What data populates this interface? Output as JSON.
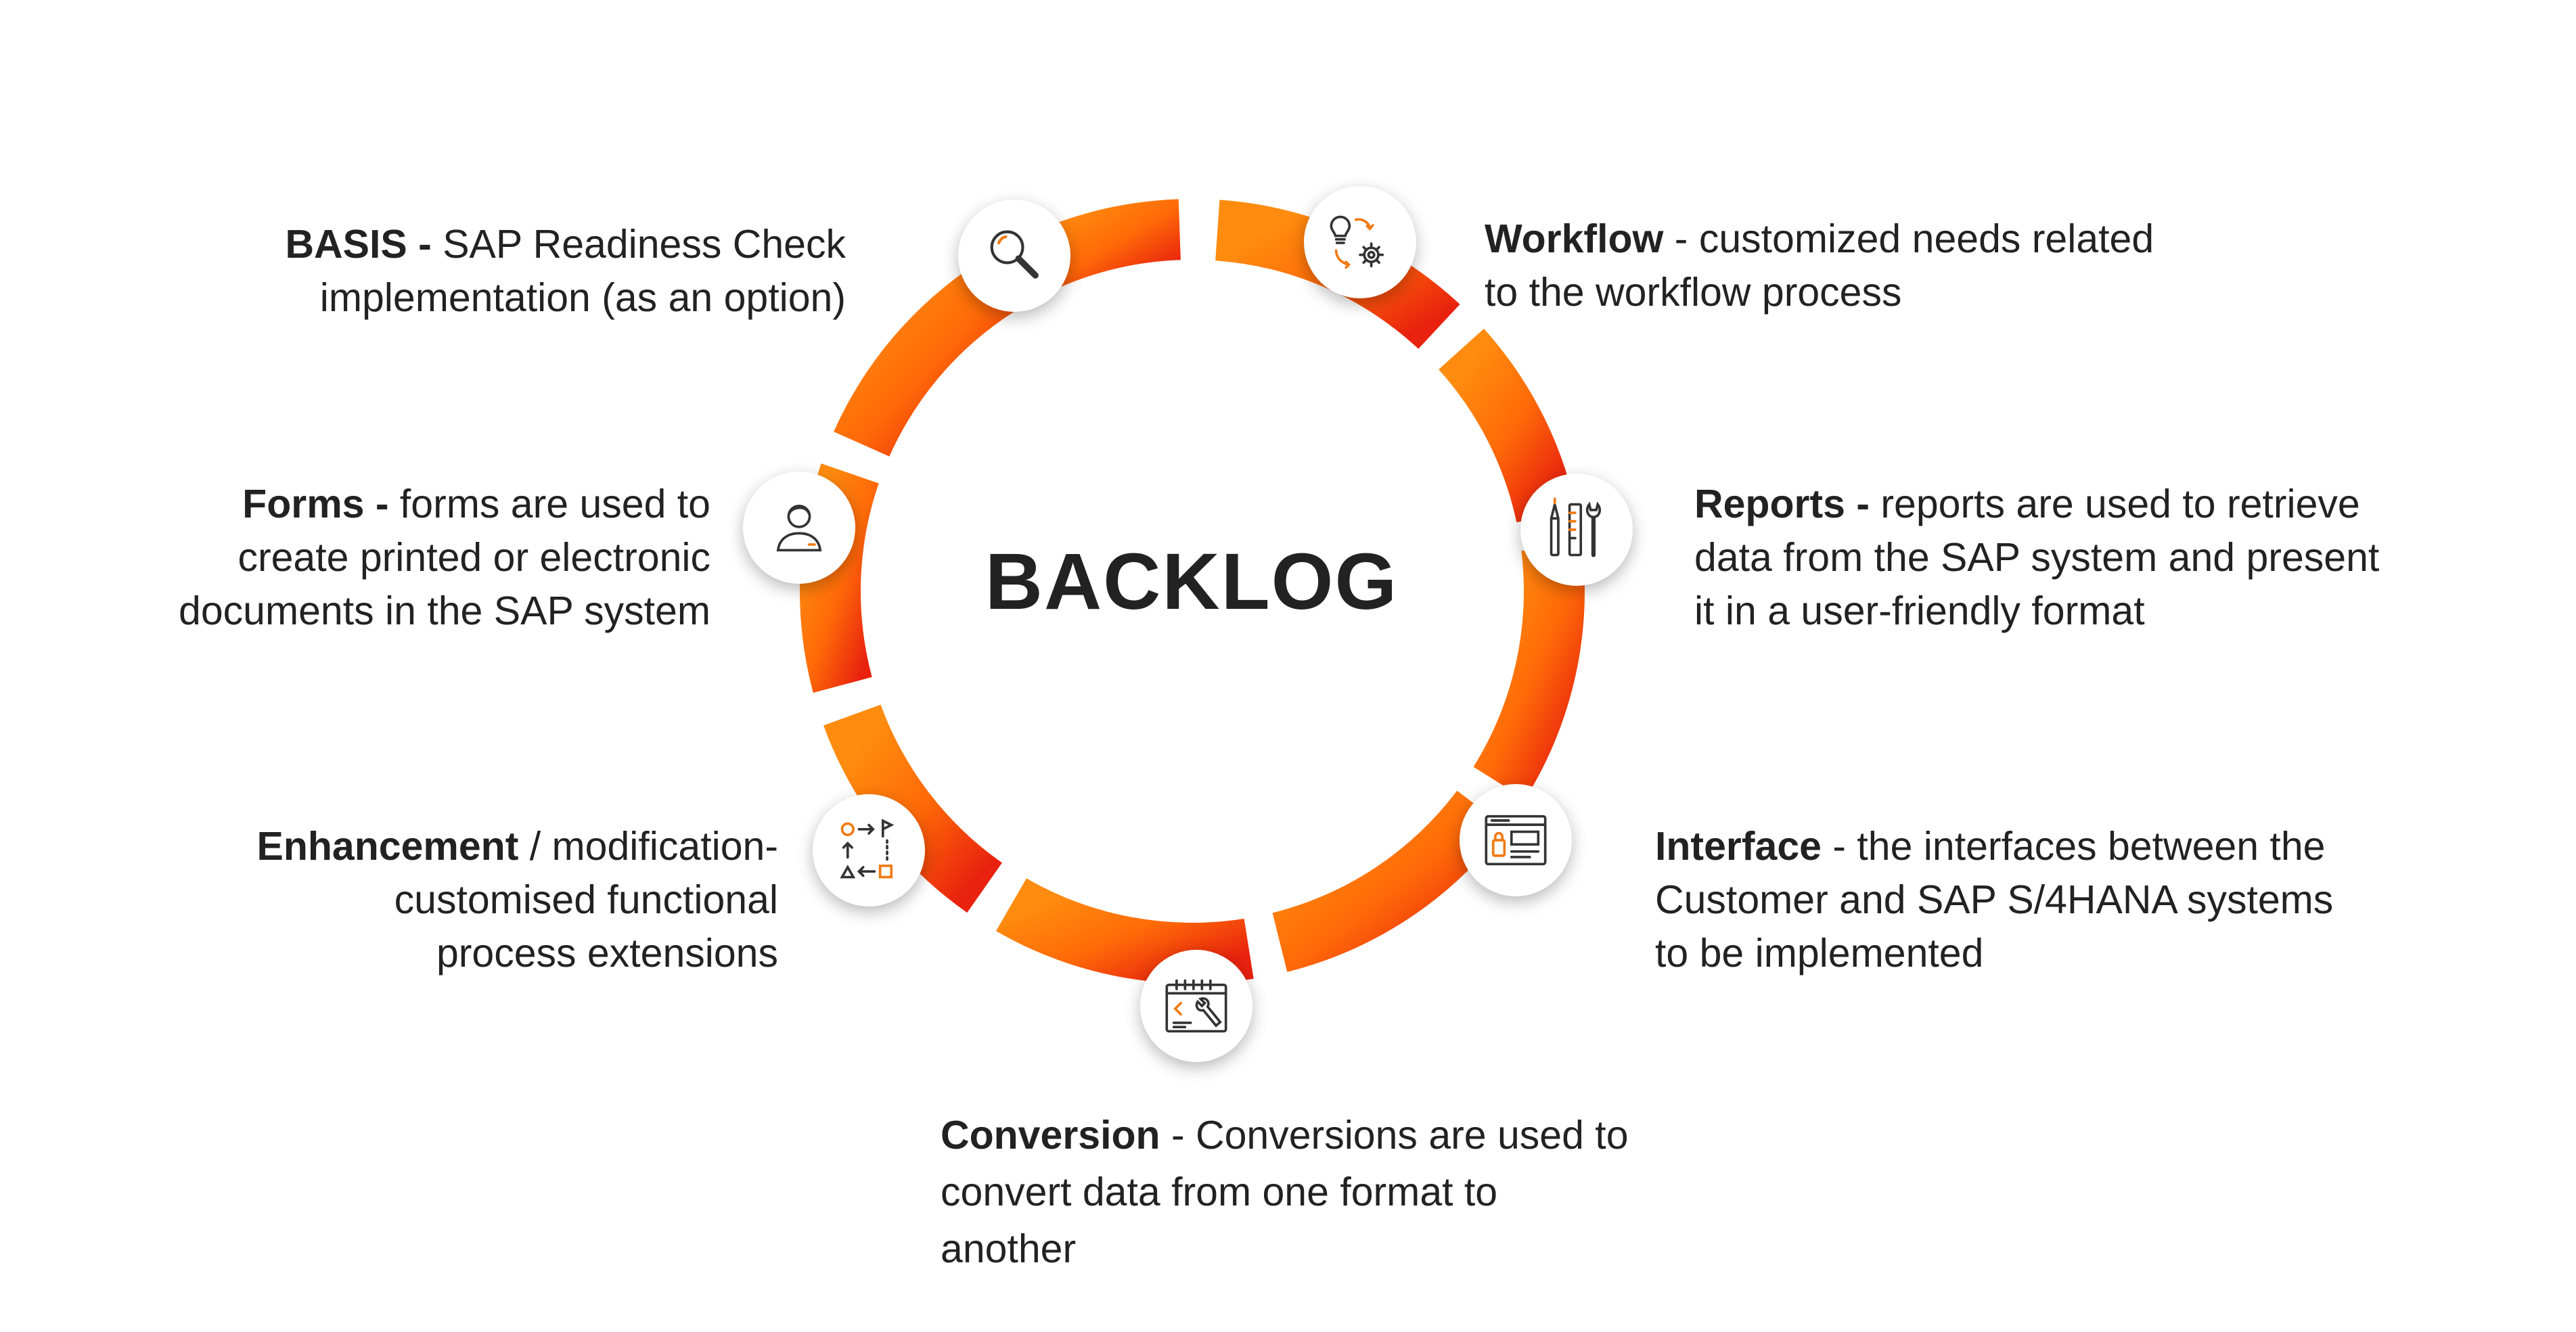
{
  "title": "BACKLOG",
  "colors": {
    "ring_start": "#ff8c0f",
    "ring_mid": "#ff6a08",
    "ring_end": "#e8220e",
    "icon_accent": "#f07a12",
    "icon_line": "#333333"
  },
  "items": [
    {
      "key": "basis",
      "title": "BASIS - ",
      "lines": [
        "SAP Readiness Check",
        "implementation (as an option)"
      ],
      "icon": "magnifier-icon"
    },
    {
      "key": "workflow",
      "title": "Workflow",
      "lines": [
        " - customized needs related",
        "to the workflow process"
      ],
      "icon": "idea-gear-icon"
    },
    {
      "key": "forms",
      "title": "Forms - ",
      "lines": [
        "forms are used to",
        "create printed or electronic",
        "documents in the SAP system"
      ],
      "icon": "person-icon"
    },
    {
      "key": "reports",
      "title": "Reports - ",
      "lines": [
        "reports are used to retrieve",
        "data from the SAP system and present",
        "it in a user-friendly format"
      ],
      "icon": "tools-icon"
    },
    {
      "key": "enhancement",
      "title": "Enhancement",
      "lines": [
        " / modification-",
        "customised functional",
        "process extensions"
      ],
      "icon": "process-flow-icon"
    },
    {
      "key": "interface",
      "title": "Interface",
      "lines": [
        " - the interfaces between the",
        "Customer and SAP S/4HANA systems",
        "to be implemented"
      ],
      "icon": "window-interface-icon"
    },
    {
      "key": "conversion",
      "title": "Conversion",
      "lines": [
        " - Conversions are used to",
        "convert data from one format to",
        "another"
      ],
      "icon": "calendar-wrench-icon"
    }
  ]
}
